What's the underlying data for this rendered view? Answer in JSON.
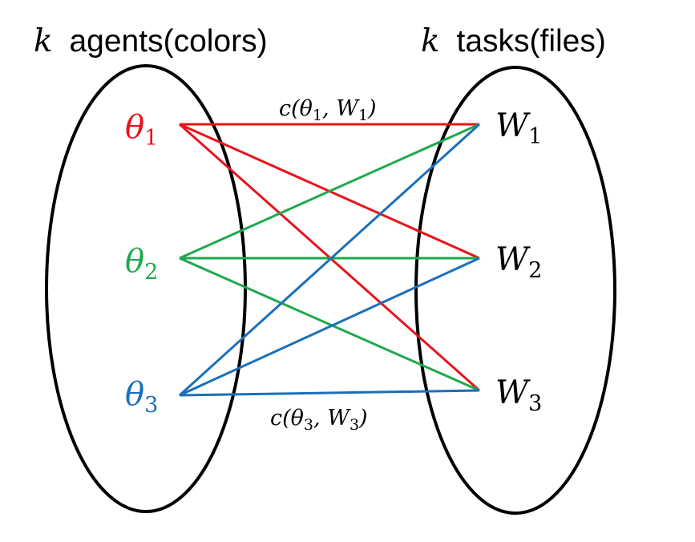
{
  "titles": {
    "left_var": "k",
    "left_text": "agents(colors)",
    "right_var": "k",
    "right_text": "tasks(files)"
  },
  "agents": [
    {
      "symbol": "θ",
      "sub": "1",
      "color": "#e8141b"
    },
    {
      "symbol": "θ",
      "sub": "2",
      "color": "#1ea94c"
    },
    {
      "symbol": "θ",
      "sub": "3",
      "color": "#1a6fba"
    }
  ],
  "tasks": [
    {
      "symbol": "W",
      "sub": "1",
      "color": "#000000"
    },
    {
      "symbol": "W",
      "sub": "2",
      "color": "#000000"
    },
    {
      "symbol": "W",
      "sub": "3",
      "color": "#000000"
    }
  ],
  "edge_labels": {
    "top": {
      "c": "c(",
      "theta": "θ",
      "theta_sub": "1",
      "comma": ", ",
      "w": "W",
      "w_sub": "1",
      "close": ")"
    },
    "bottom": {
      "c": "c(",
      "theta": "θ",
      "theta_sub": "3",
      "comma": ", ",
      "w": "W",
      "w_sub": "3",
      "close": ")"
    }
  },
  "edges": [
    {
      "from": 0,
      "to": 0
    },
    {
      "from": 0,
      "to": 1
    },
    {
      "from": 0,
      "to": 2
    },
    {
      "from": 1,
      "to": 0
    },
    {
      "from": 1,
      "to": 1
    },
    {
      "from": 1,
      "to": 2
    },
    {
      "from": 2,
      "to": 0
    },
    {
      "from": 2,
      "to": 1
    },
    {
      "from": 2,
      "to": 2
    }
  ]
}
